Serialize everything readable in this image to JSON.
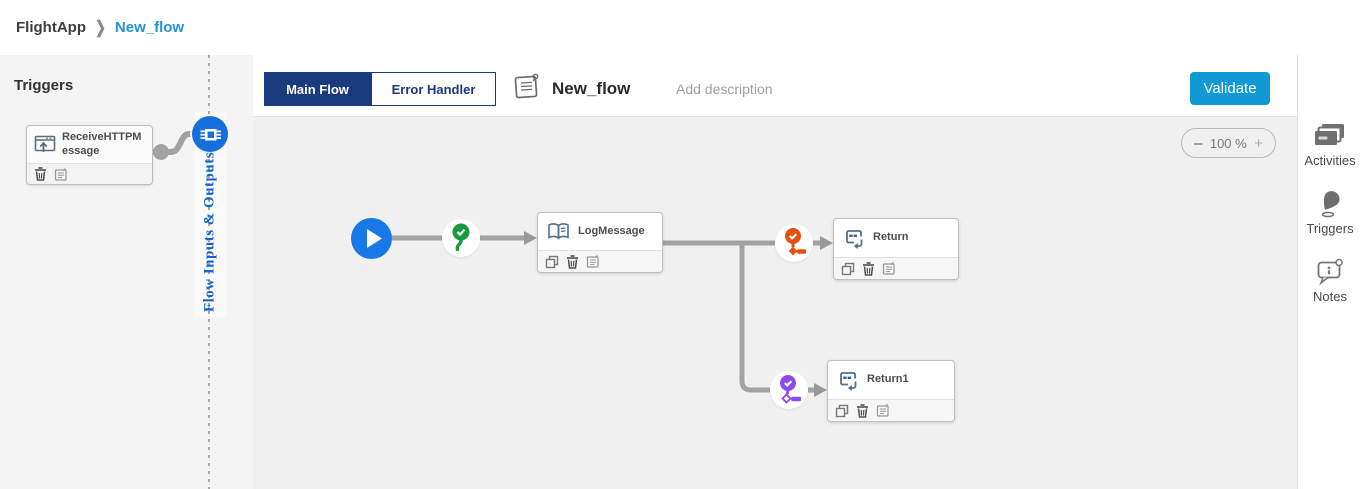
{
  "breadcrumb": {
    "app": "FlightApp",
    "separator": "❯",
    "flow": "New_flow"
  },
  "left_panel": {
    "heading": "Triggers",
    "trigger_card": {
      "label": "ReceiveHTTPMessage",
      "icon": "http-receive-icon"
    },
    "flow_io_label": "Flow Inputs & Outputs",
    "flow_io_icon": "flow-io-chip-icon"
  },
  "header": {
    "tabs": [
      {
        "label": "Main Flow",
        "active": true
      },
      {
        "label": "Error Handler",
        "active": false
      }
    ],
    "flow_icon": "flow-note-icon",
    "flow_title": "New_flow",
    "description_placeholder": "Add description",
    "validate_label": "Validate"
  },
  "canvas": {
    "zoom_control": {
      "zoom_out": "–",
      "level": "100 %",
      "zoom_in": "+"
    },
    "start_node": {
      "icon": "play-icon"
    },
    "branches": [
      {
        "icon": "branch-success-icon",
        "color": "green"
      },
      {
        "icon": "branch-condition-icon",
        "color": "orange"
      },
      {
        "icon": "branch-otherwise-icon",
        "color": "purple"
      }
    ],
    "nodes": [
      {
        "label": "LogMessage",
        "icon": "log-book-icon"
      },
      {
        "label": "Return",
        "icon": "return-icon"
      },
      {
        "label": "Return1",
        "icon": "return-icon"
      }
    ]
  },
  "right_panel": {
    "items": [
      {
        "label": "Activities",
        "icon": "activities-icon"
      },
      {
        "label": "Triggers",
        "icon": "trigger-pin-icon"
      },
      {
        "label": "Notes",
        "icon": "notes-bubble-icon"
      }
    ]
  },
  "colors": {
    "navy": "#1a3a7e",
    "action-blue": "#0f9ad4",
    "link-blue": "#2193d6",
    "node-blue": "#1878e8",
    "io-blue": "#176fdd",
    "io-text-blue": "#1464c8",
    "branch-green": "#169c3e",
    "branch-orange": "#e8500e",
    "branch-purple": "#8d4be8",
    "connector-gray": "#a2a2a2"
  }
}
